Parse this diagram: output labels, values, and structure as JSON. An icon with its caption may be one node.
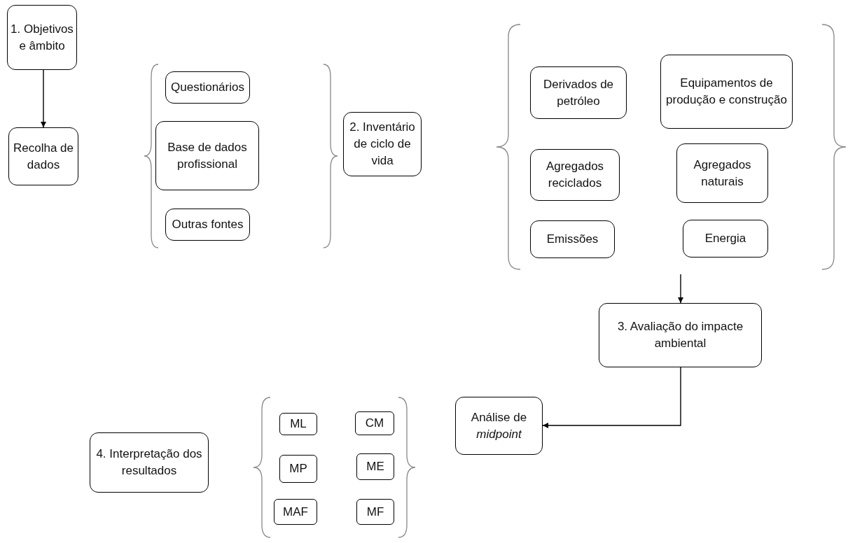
{
  "diagram": {
    "nodes": [
      {
        "text": [
          "1. Objetivos e âmbito"
        ]
      },
      {
        "text": [
          "Recolha de dados"
        ]
      },
      {
        "text": [
          "Questionários"
        ]
      },
      {
        "text": [
          "Base de dados profissional"
        ]
      },
      {
        "text": [
          "Outras fontes"
        ]
      },
      {
        "text": [
          "2. Inventário de ciclo de vida"
        ]
      },
      {
        "text": [
          "Derivados de petróleo"
        ]
      },
      {
        "text": [
          "Equipamentos de produção e construção"
        ]
      },
      {
        "text": [
          "Agregados reciclados"
        ]
      },
      {
        "text": [
          "Agregados naturais"
        ]
      },
      {
        "text": [
          "Emissões"
        ]
      },
      {
        "text": [
          "Energia"
        ]
      },
      {
        "text": [
          "3. Avaliação do impacte ambiental"
        ]
      },
      {
        "text": [
          "Análise de *midpoint*"
        ]
      },
      {
        "text": [
          "ML"
        ]
      },
      {
        "text": [
          "CM"
        ]
      },
      {
        "text": [
          "MP"
        ]
      },
      {
        "text": [
          "ME"
        ]
      },
      {
        "text": [
          "MAF"
        ]
      },
      {
        "text": [
          "MF"
        ]
      },
      {
        "text": [
          "4. Interpretação dos resultados"
        ]
      }
    ],
    "edges": [
      {
        "from": 0,
        "to": 1,
        "arrow": "to"
      },
      {
        "from": null,
        "to": 12,
        "arrow": "to"
      },
      {
        "from": 12,
        "to": 13,
        "arrow": "to"
      }
    ]
  }
}
